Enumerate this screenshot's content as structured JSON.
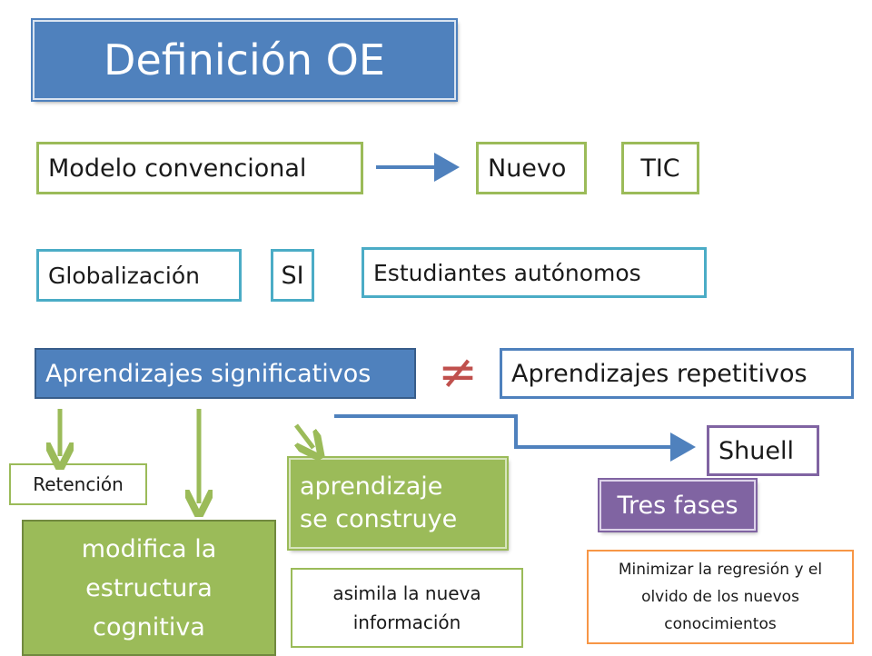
{
  "title": "Definición OE",
  "row1": {
    "modelo": "Modelo convencional",
    "nuevo": "Nuevo",
    "tic": "TIC"
  },
  "row2": {
    "globalizacion": "Globalización",
    "si": "SI",
    "estudiantes": "Estudiantes autónomos"
  },
  "row3": {
    "significativos": "Aprendizajes significativos",
    "not_equal_symbol": "≠",
    "repetitivos": "Aprendizajes repetitivos"
  },
  "branches": {
    "retencion": "Retención",
    "modifica": "modifica la estructura cognitiva",
    "construye": "aprendizaje\nse construye",
    "asimila": "asimila la nueva información",
    "shuell": "Shuell",
    "tres_fases": "Tres fases",
    "minimizar": "Minimizar la regresión y el olvido de los nuevos conocimientos"
  },
  "colors": {
    "blue": "#4f81bd",
    "green": "#9bbb59",
    "teal": "#4bacc6",
    "purple": "#8064a2",
    "orange": "#f79646",
    "red_symbol": "#c0504d"
  }
}
